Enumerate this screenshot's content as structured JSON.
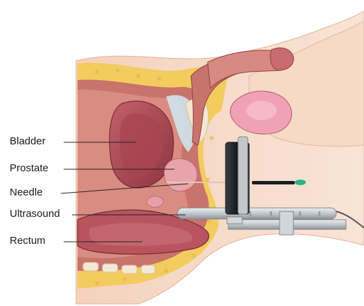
{
  "labels": {
    "bladder": "Bladder",
    "prostate": "Prostate",
    "needle": "Needle",
    "ultrasound": "Ultrasound",
    "rectum": "Rectum"
  },
  "colors": {
    "skin": "#f7dcc8",
    "skin_edge": "#e8b99c",
    "fat": "#f2cc5e",
    "muscle": "#c8736c",
    "bladder": "#b5525a",
    "bladder_inner": "#9e3f48",
    "prostate": "#e8a0a8",
    "bone": "#f4e9d6",
    "probe_metal": "#c9cdd2",
    "probe_dark": "#22252a",
    "leader_line": "#222222"
  }
}
